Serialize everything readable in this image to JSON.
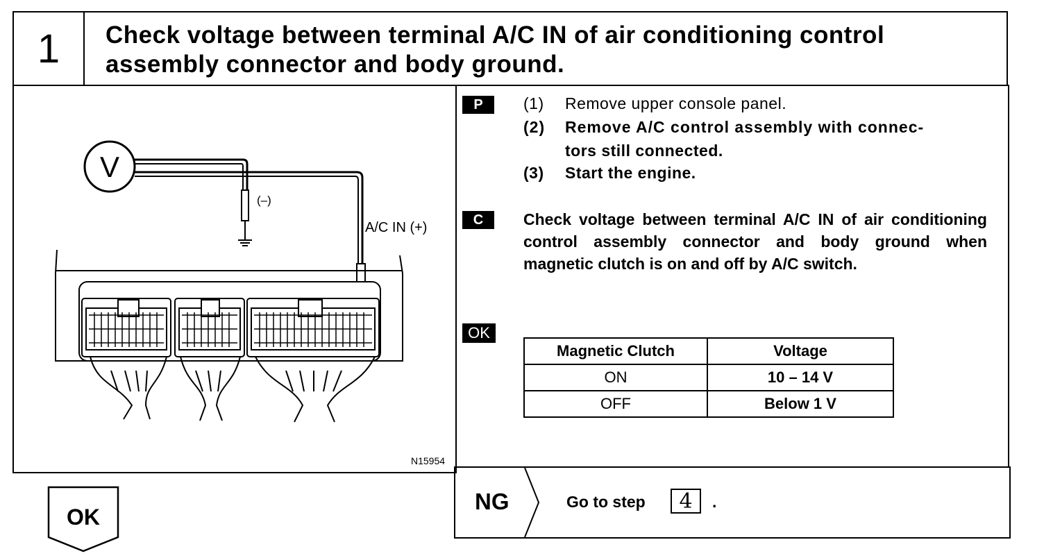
{
  "header": {
    "step_number": "1",
    "title": "Check voltage between terminal A/C IN of air conditioning control assembly connector and body ground."
  },
  "figure": {
    "meter_label": "V",
    "negative_label": "(–)",
    "positive_label": "A/C IN (+)",
    "figure_code": "N15954"
  },
  "instructions": {
    "prep_tag": "P",
    "prep_steps": [
      {
        "num": "(1)",
        "text": "Remove upper console panel."
      },
      {
        "num": "(2)",
        "text": "Remove A/C control assembly with connec-"
      },
      {
        "num": "",
        "text": "tors still connected."
      },
      {
        "num": "(3)",
        "text": "Start the engine."
      }
    ],
    "check_tag": "C",
    "check_text": "Check voltage between terminal A/C IN of air conditioning control assembly connector and body ground when magnetic clutch is on and off by A/C switch.",
    "ok_tag": "OK",
    "table": {
      "headers": [
        "Magnetic Clutch",
        "Voltage"
      ],
      "rows": [
        [
          "ON",
          "10 – 14 V"
        ],
        [
          "OFF",
          "Below 1 V"
        ]
      ]
    }
  },
  "result": {
    "ok_label": "OK",
    "ng_label": "NG",
    "goto_text": "Go to step",
    "goto_step": "4",
    "goto_period": "."
  }
}
